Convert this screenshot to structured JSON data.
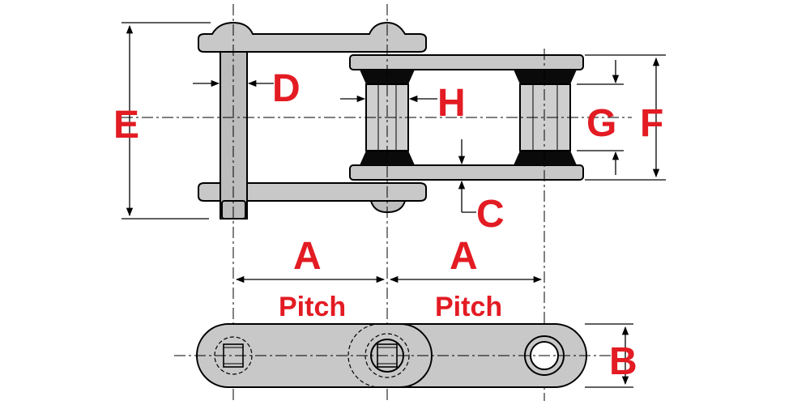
{
  "labels": {
    "A_left": "A",
    "A_right": "A",
    "pitch_left": "Pitch",
    "pitch_right": "Pitch",
    "B": "B",
    "C": "C",
    "D": "D",
    "E": "E",
    "F": "F",
    "G": "G",
    "H": "H"
  },
  "colors": {
    "label": "#e31b23",
    "plate": "#c8c8c8",
    "roller": "#cfcfcf",
    "outline": "#000000"
  }
}
